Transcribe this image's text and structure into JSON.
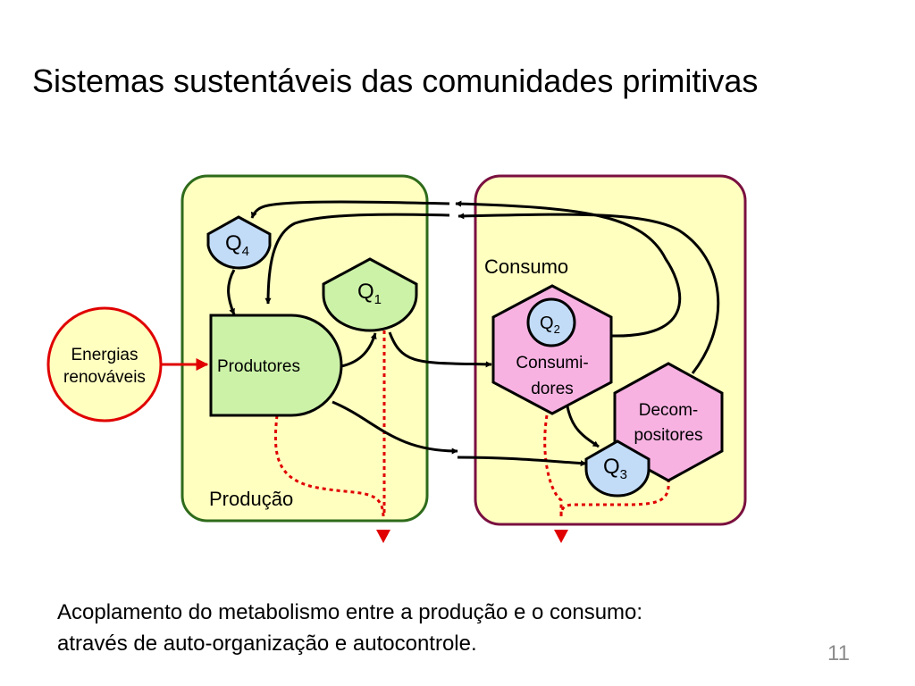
{
  "title": "Sistemas sustentáveis das comunidades primitivas",
  "caption": {
    "line1": "Acoplamento do metabolismo entre a produção e o consumo:",
    "line2": "através de auto-organização e autocontrole."
  },
  "slide_number": "11",
  "diagram": {
    "production_label": "Produção",
    "consumption_label": "Consumo",
    "energy_source": {
      "line1": "Energias",
      "line2": "renováveis"
    },
    "producers": "Produtores",
    "consumers": {
      "line1": "Consumi-",
      "line2": "dores"
    },
    "decomposers": {
      "line1": "Decom-",
      "line2": "positores"
    },
    "stores": {
      "q1": {
        "base": "Q",
        "sub": "1"
      },
      "q2": {
        "base": "Q",
        "sub": "2"
      },
      "q3": {
        "base": "Q",
        "sub": "3"
      },
      "q4": {
        "base": "Q",
        "sub": "4"
      }
    },
    "colors": {
      "production_border": "#2e6b1b",
      "consumption_border": "#7a1040",
      "box_fill": "#ffffc0",
      "producer_fill": "#ccf2a8",
      "consumer_fill": "#f7b2e2",
      "store_fill": "#c2dcf8",
      "energy_border": "#e00000",
      "heat_flow": "#e00000"
    }
  }
}
